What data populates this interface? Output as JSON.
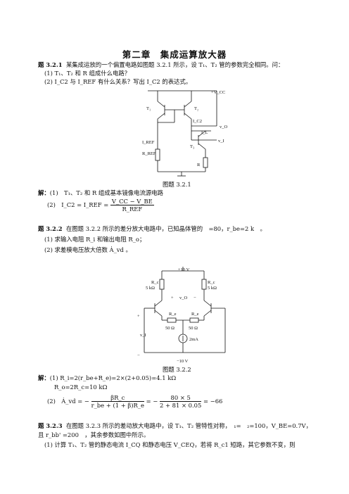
{
  "chapter_title": "第二章　集成运算放大器",
  "p321": {
    "num": "题 3.2.1",
    "text": "某集成运放的一个偏置电路如图题 3.2.1 所示，设 T₁、T₂ 管的参数完全相同。问：",
    "q1": "(1) T₁、T₂ 和 R 组成什么电路？",
    "q2": "(2) I_C2 与 I_REF 有什么关系？写出 I_C2 的表达式。",
    "caption": "图题 3.2.1",
    "labels": {
      "vcc": "+V_CC",
      "t1": "T₁",
      "t2": "T₂",
      "t3": "T₃",
      "ic2": "I_C2",
      "il": "I_L",
      "vo": "v_O",
      "iref": "I_REF",
      "rref": "R_REF",
      "r": "R",
      "vi": "v_I"
    }
  },
  "s321": {
    "head": "解：",
    "l1": "(1)　T₁、T₂ 和 R 组成基本镜像电流源电路",
    "l2_prefix": "(2)　I_C2 = I_REF =",
    "l2_num": "V_CC − V_BE",
    "l2_den": "R_REF"
  },
  "p322": {
    "num": "题 3.2.2",
    "text": "在图题 3.2.2 所示的差分放大电路中，已知晶体管的　=80，r_be=2 k　。",
    "q1": "(1)  求输入电阻 R_i 和输出电阻 R_o；",
    "q2": "(2)  求差模电压放大倍数 Ȧ_vd 。",
    "caption": "图题 3.2.2",
    "labels": {
      "vpos": "+10 V",
      "vneg": "−10 V",
      "rc1": "R_c",
      "rc2": "R_c",
      "rc1v": "5 kΩ",
      "rc2v": "5 kΩ",
      "re1": "R_e",
      "re2": "R_e",
      "re1v": "50 Ω",
      "re2v": "50 Ω",
      "src": "2mA",
      "vo": "v_O",
      "plus": "+",
      "minus": "−",
      "vi": "v_I",
      "inplus": "+",
      "inminus": "−"
    }
  },
  "s322": {
    "head": "解：",
    "l1": "(1) R_i=2(r_be+R_e)=2×(2+0.05)=4.1 kΩ",
    "l2": "R_o=2R_c=10 kΩ",
    "l3_prefix": "(2)　Ȧ_vd = −",
    "l3_n1": "βR_c",
    "l3_d1": "r_be + (1 + β)R_e",
    "l3_mid": "= −",
    "l3_n2": "80 × 5",
    "l3_d2": "2 + 81 × 0.05",
    "l3_end": "= −66"
  },
  "p323": {
    "num": "题 3.2.3",
    "text": "在图题 3.2.3 所示的差动放大电路中，设 T₁、T₂ 管特性对称，　₁=　₂=100，V_BE=0.7V，",
    "text2": "且 r_bb' =200　，其余参数如图中所示。",
    "q1": "(1)  计算 T₁、T₂ 管的静态电流 I_CQ 和静态电压 V_CEQ，若将 R_c1 短路，其它参数不变，则"
  }
}
